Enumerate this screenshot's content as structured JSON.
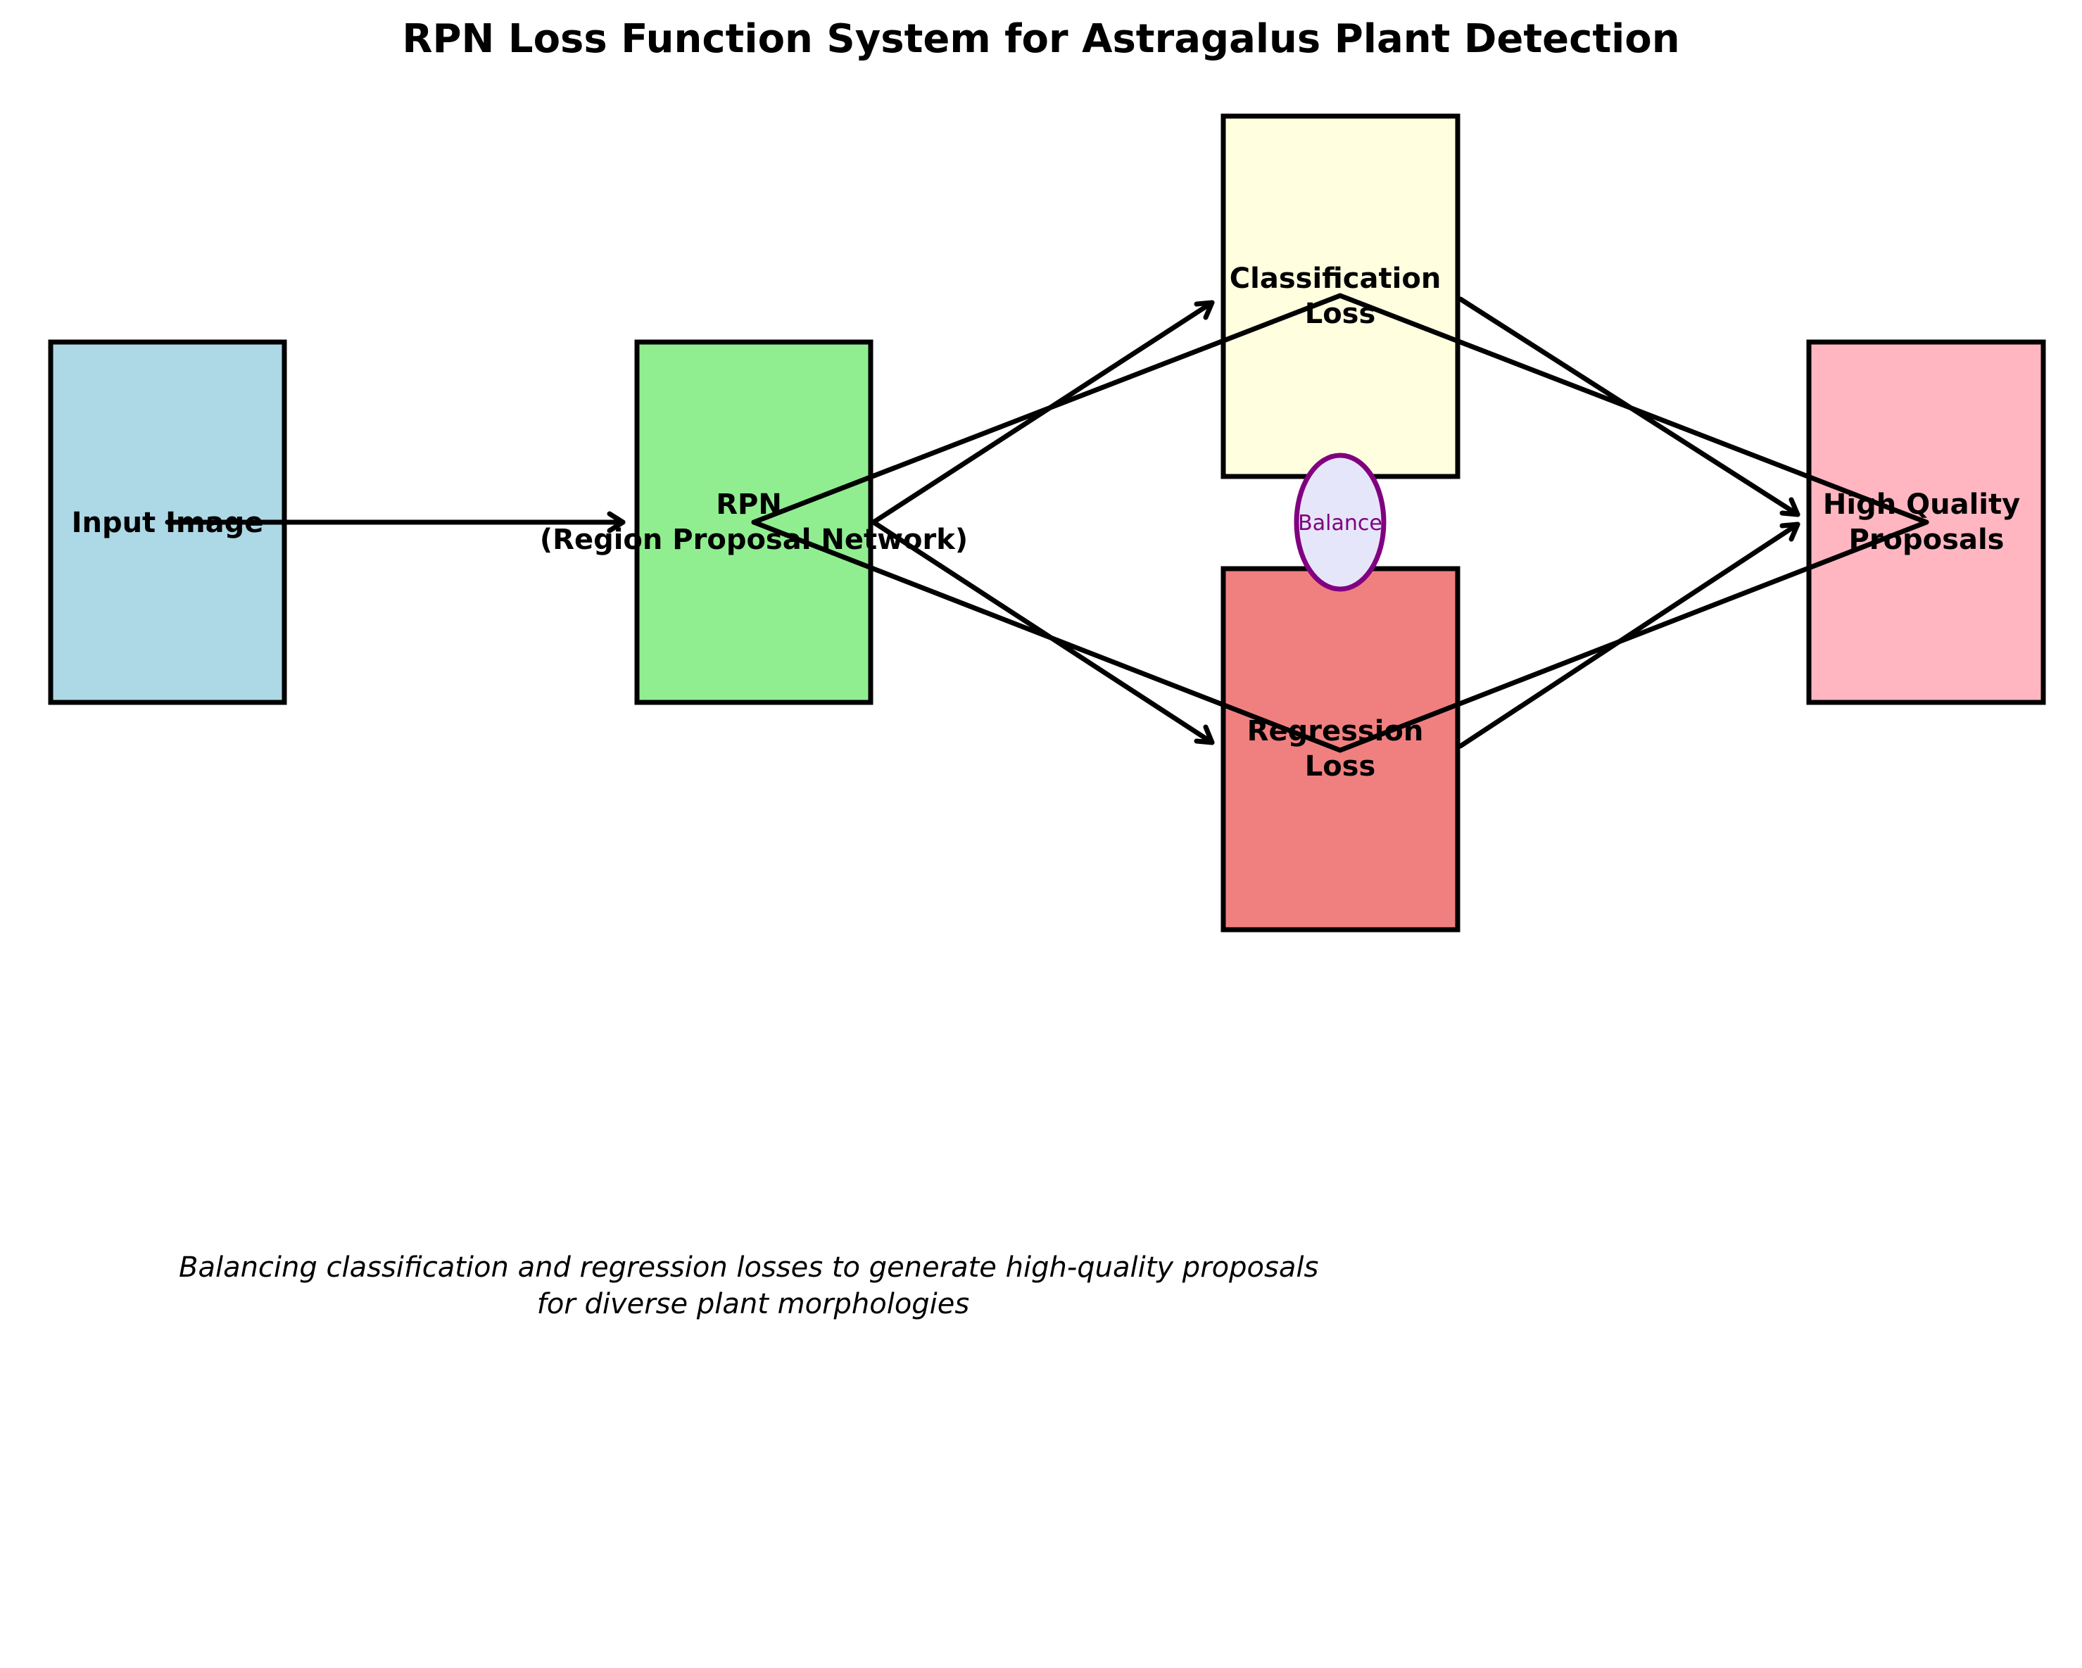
{
  "title": "RPN Loss Function System for Astragalus Plant Detection",
  "nodes": {
    "input": {
      "lines": [
        "Input Image"
      ],
      "color": "#add8e6"
    },
    "rpn": {
      "lines": [
        "RPN",
        "(Region Proposal Network)"
      ],
      "color": "#90ee90"
    },
    "cls": {
      "lines": [
        "Classification",
        "Loss"
      ],
      "color": "#ffffe0"
    },
    "reg": {
      "lines": [
        "Regression",
        "Loss"
      ],
      "color": "#f08080"
    },
    "out": {
      "lines": [
        "High Quality",
        "Proposals"
      ],
      "color": "#ffb6c1"
    }
  },
  "balance": {
    "label": "Balance",
    "fill": "#e6e6fa",
    "stroke": "#800080"
  },
  "caption": {
    "line1": "Balancing classification and regression losses to generate high-quality proposals",
    "line2": "for diverse plant morphologies"
  }
}
